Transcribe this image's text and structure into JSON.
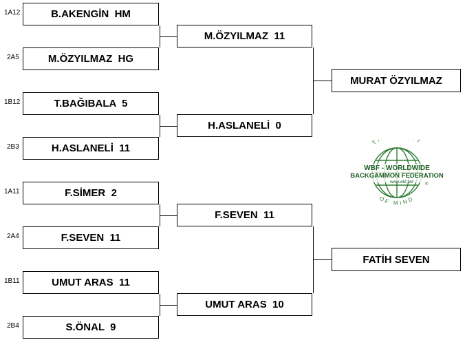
{
  "round1": [
    {
      "seed": "1A12",
      "player": "B.AKENGİN  HM"
    },
    {
      "seed": "2A5",
      "player": "M.ÖZYILMAZ  HG"
    },
    {
      "seed": "1B12",
      "player": "T.BAĞIBALA  5"
    },
    {
      "seed": "2B3",
      "player": "H.ASLANELİ  11"
    },
    {
      "seed": "1A11",
      "player": "F.SİMER  2"
    },
    {
      "seed": "2A4",
      "player": "F.SEVEN  11"
    },
    {
      "seed": "1B11",
      "player": "UMUT ARAS  11"
    },
    {
      "seed": "2B4",
      "player": "S.ÖNAL  9"
    }
  ],
  "round2": [
    {
      "player": "M.ÖZYILMAZ  11"
    },
    {
      "player": "H.ASLANELİ  0"
    },
    {
      "player": "F.SEVEN  11"
    },
    {
      "player": "UMUT ARAS  10"
    }
  ],
  "winners": [
    {
      "player": "MURAT ÖZYILMAZ"
    },
    {
      "player": "FATİH SEVEN"
    }
  ],
  "logo": {
    "top_arc": "THE SPORT",
    "line1": "WBF - WORLDWIDE",
    "line2": "BACKGAMMON FEDERATION",
    "url": "www.wbf.net",
    "bottom_arc": "OF MIND",
    "color": "#2e7d32"
  }
}
